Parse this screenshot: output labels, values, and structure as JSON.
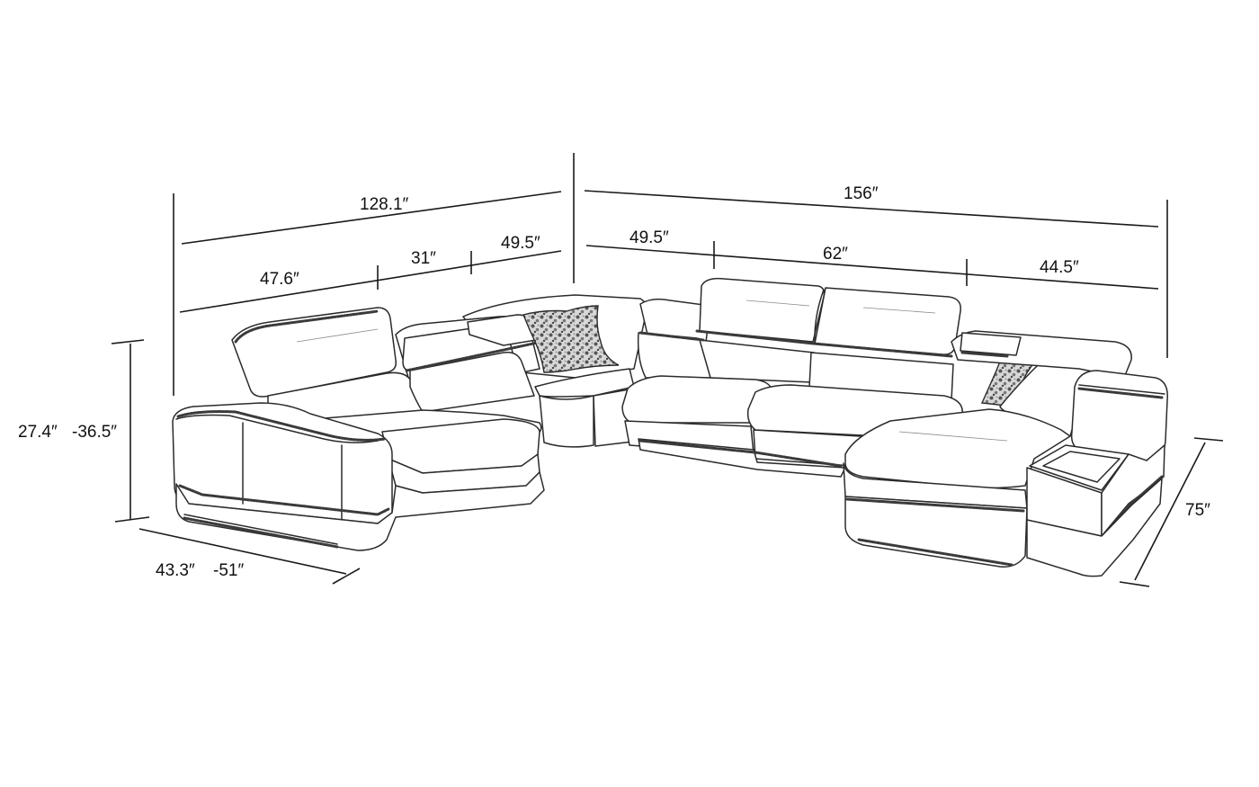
{
  "diagram": {
    "subject": "U-shaped sectional sofa line drawing with dimensions",
    "colors": {
      "background": "#ffffff",
      "line": "#2b2b2b",
      "piping": "#3a3a3a",
      "text": "#111111"
    },
    "dimensions": {
      "overall_left": "128.1″",
      "overall_right": "156″",
      "left_seg_1": "47.6″",
      "left_seg_2": "31″",
      "left_seg_3": "49.5″",
      "right_seg_1": "49.5″",
      "right_seg_2": "62″",
      "right_seg_3": "44.5″",
      "height_min": "27.4″",
      "height_max": "-36.5″",
      "depth_min": "43.3″",
      "depth_max": "-51″",
      "chaise_depth": "75″"
    }
  }
}
